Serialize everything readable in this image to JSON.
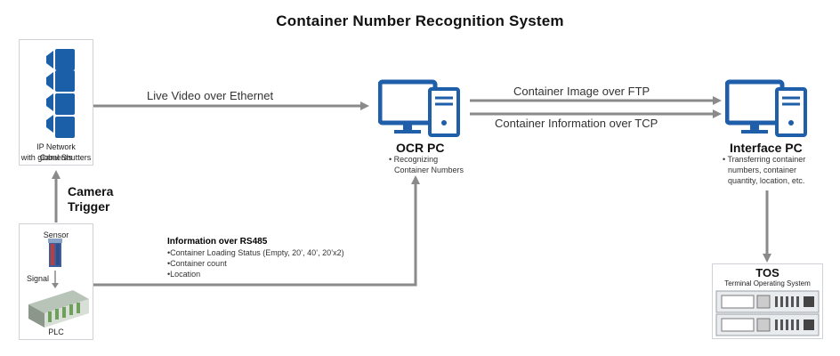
{
  "title": "Container Number Recognition System",
  "cameras": {
    "label_line1": "IP Network Cameras",
    "label_line2": "with global Shutters"
  },
  "sensor_box": {
    "sensor_label": "Sensor",
    "signal_label": "Signal",
    "plc_label": "PLC"
  },
  "links": {
    "live_video": "Live Video over Ethernet",
    "container_image": "Container Image over FTP",
    "container_info": "Container Information over TCP",
    "camera_trigger_line1": "Camera",
    "camera_trigger_line2": "Trigger"
  },
  "ocr_pc": {
    "name": "OCR PC",
    "desc_line1": "Recognizing",
    "desc_line2": "Container Numbers"
  },
  "interface_pc": {
    "name": "Interface PC",
    "desc_line1": "Transferring container",
    "desc_line2": "numbers, container",
    "desc_line3": "quantity, location, etc."
  },
  "rs485": {
    "heading": "Information over RS485",
    "items": [
      "Container Loading Status (Empty, 20’, 40’, 20’x2)",
      "Container count",
      "Location"
    ]
  },
  "tos": {
    "name": "TOS",
    "subtitle": "Terminal Operating System"
  },
  "colors": {
    "arrow": "#8a8a8a",
    "monitor": "#1f5ea8",
    "camera": "#1b5fa8"
  }
}
